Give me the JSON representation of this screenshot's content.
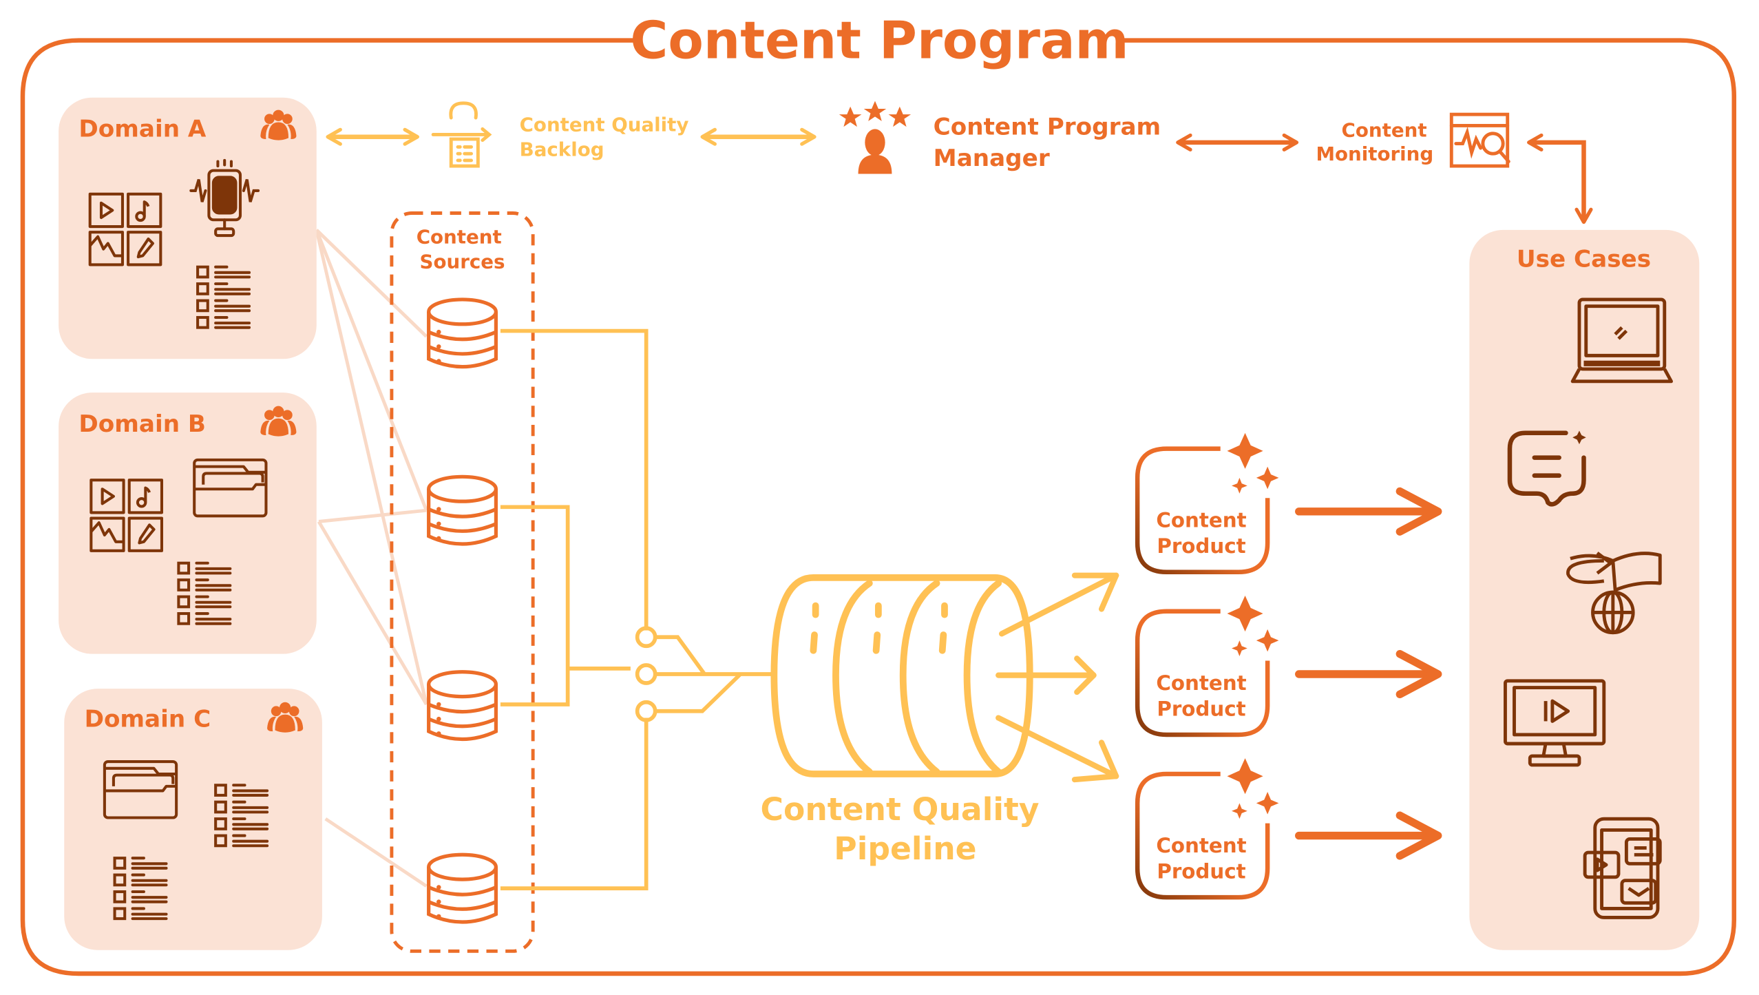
{
  "title": "Content Program",
  "colors": {
    "primary": "#EC6D28",
    "accent": "#FFC154",
    "panel": "#FBE2D5",
    "icon": "#7E3509",
    "connector_light": "#F9D9C6",
    "background": "#FFFFFF"
  },
  "top_row": {
    "backlog": {
      "line1": "Content Quality",
      "line2": "Backlog"
    },
    "manager": {
      "line1": "Content Program",
      "line2": "Manager"
    },
    "monitoring": {
      "line1": "Content",
      "line2": "Monitoring"
    }
  },
  "domains": [
    {
      "label": "Domain A"
    },
    {
      "label": "Domain B"
    },
    {
      "label": "Domain C"
    }
  ],
  "sources": {
    "line1": "Content",
    "line2": "Sources",
    "count": 4
  },
  "pipeline": {
    "line1": "Content Quality",
    "line2": "Pipeline"
  },
  "products": [
    {
      "line1": "Content",
      "line2": "Product"
    },
    {
      "line1": "Content",
      "line2": "Product"
    },
    {
      "line1": "Content",
      "line2": "Product"
    }
  ],
  "use_cases": {
    "title": "Use Cases",
    "icons": [
      "laptop-icon",
      "ai-chat-icon",
      "translation-globe-icon",
      "video-monitor-icon",
      "mobile-social-icon"
    ]
  }
}
